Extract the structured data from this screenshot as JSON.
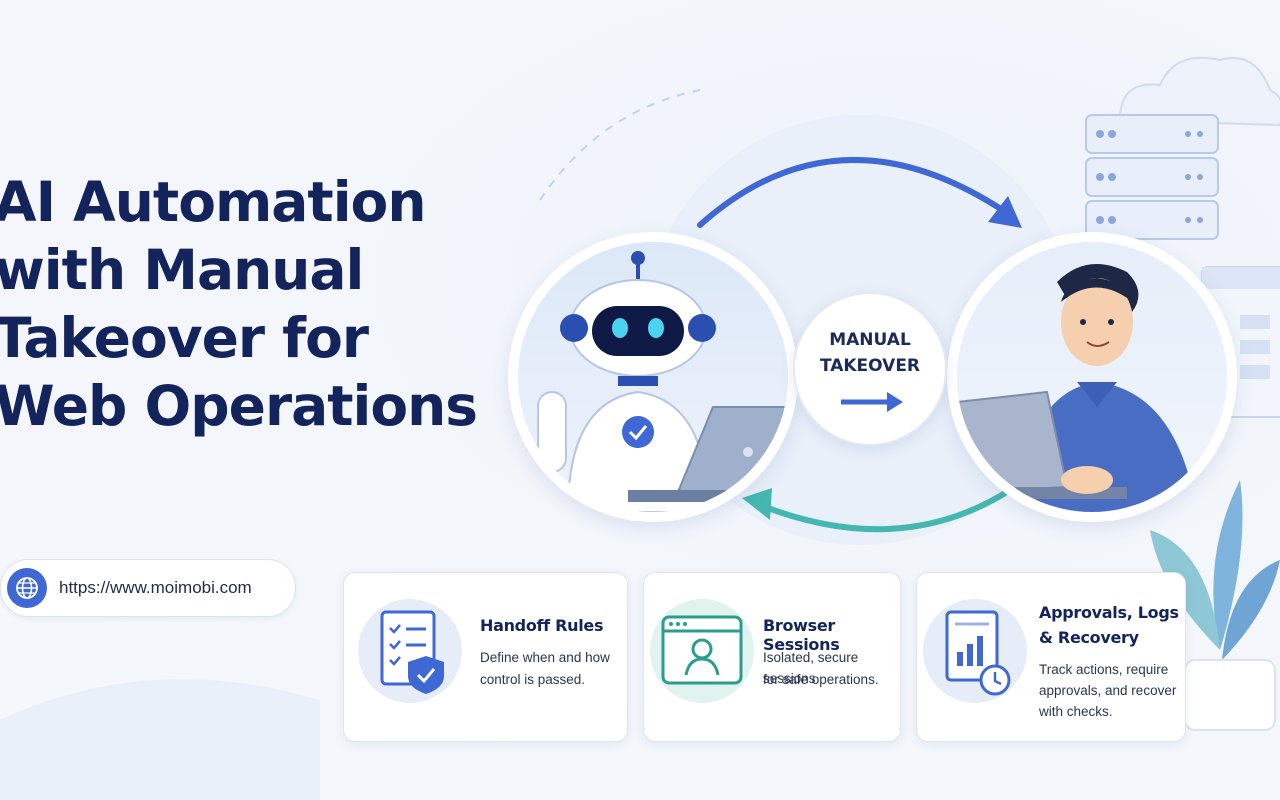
{
  "headline": {
    "line1": "AI Automation",
    "line2": "with Manual",
    "line3": "Takeover for",
    "line4": "Web Operations"
  },
  "url": "https://www.moimobi.com",
  "takeover": {
    "line1": "MANUAL",
    "line2": "TAKEOVER"
  },
  "cards": [
    {
      "title": "Handoff Rules",
      "desc1": "Define when and how",
      "desc2": "control is passed."
    },
    {
      "title": "Browser Sessions",
      "desc1": "Isolated, secure sessions",
      "desc2": "for safe operations."
    },
    {
      "title1": "Approvals, Logs",
      "title2": "& Recovery",
      "desc1": "Track actions, require",
      "desc2": "approvals, and recover",
      "desc3": "with checks."
    }
  ],
  "colors": {
    "primary": "#3f68d4",
    "navy": "#13235c",
    "teal": "#44b8b0"
  }
}
